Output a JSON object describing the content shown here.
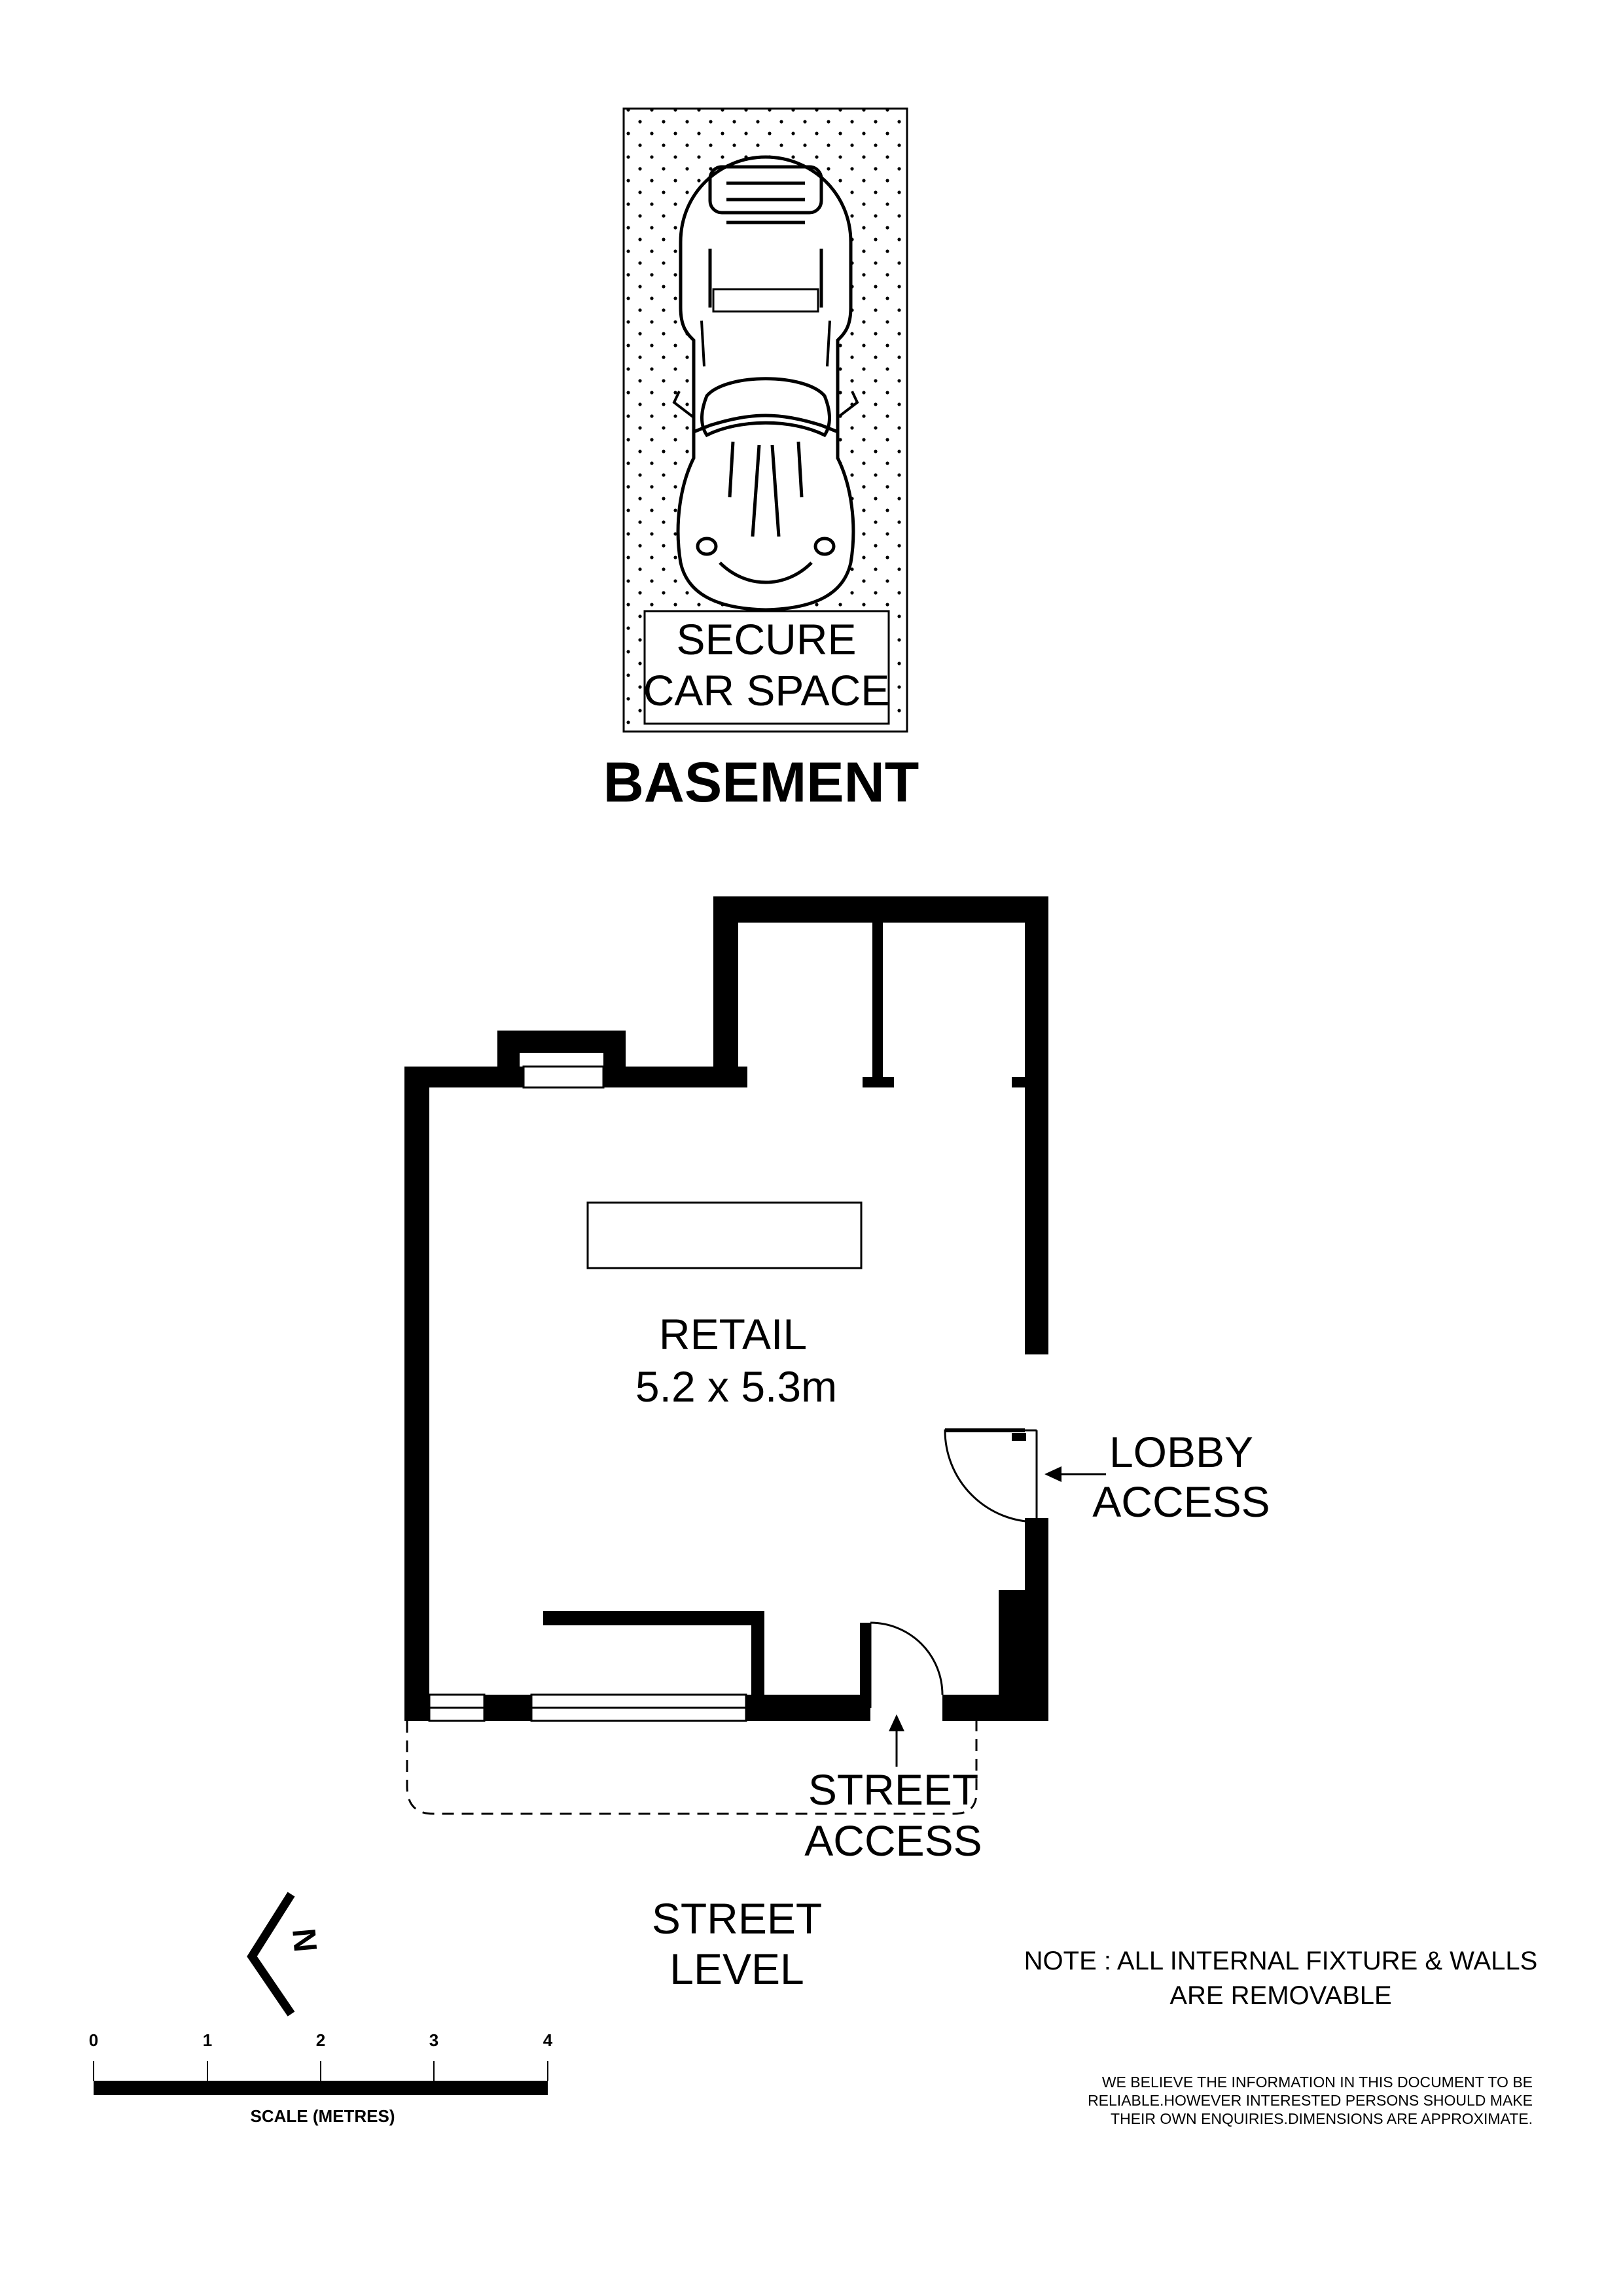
{
  "basement": {
    "title": "BASEMENT",
    "car_space_label": [
      "SECURE",
      "CAR SPACE"
    ]
  },
  "retail": {
    "name": "RETAIL",
    "dimensions": "5.2 x 5.3m"
  },
  "lobby_access": [
    "LOBBY",
    "ACCESS"
  ],
  "street_access": [
    "STREET",
    "ACCESS"
  ],
  "street_level": [
    "STREET",
    "LEVEL"
  ],
  "north": {
    "symbol": "N",
    "icon": "north-arrow-icon"
  },
  "scale": {
    "ticks": [
      "0",
      "1",
      "2",
      "3",
      "4"
    ],
    "label": "SCALE (METRES)"
  },
  "note": [
    "NOTE : ALL INTERNAL FIXTURE & WALLS",
    "ARE REMOVABLE"
  ],
  "disclaimer": [
    "WE BELIEVE THE INFORMATION IN THIS DOCUMENT TO BE",
    "RELIABLE.HOWEVER INTERESTED PERSONS SHOULD MAKE",
    "THEIR OWN ENQUIRIES.DIMENSIONS ARE APPROXIMATE."
  ]
}
